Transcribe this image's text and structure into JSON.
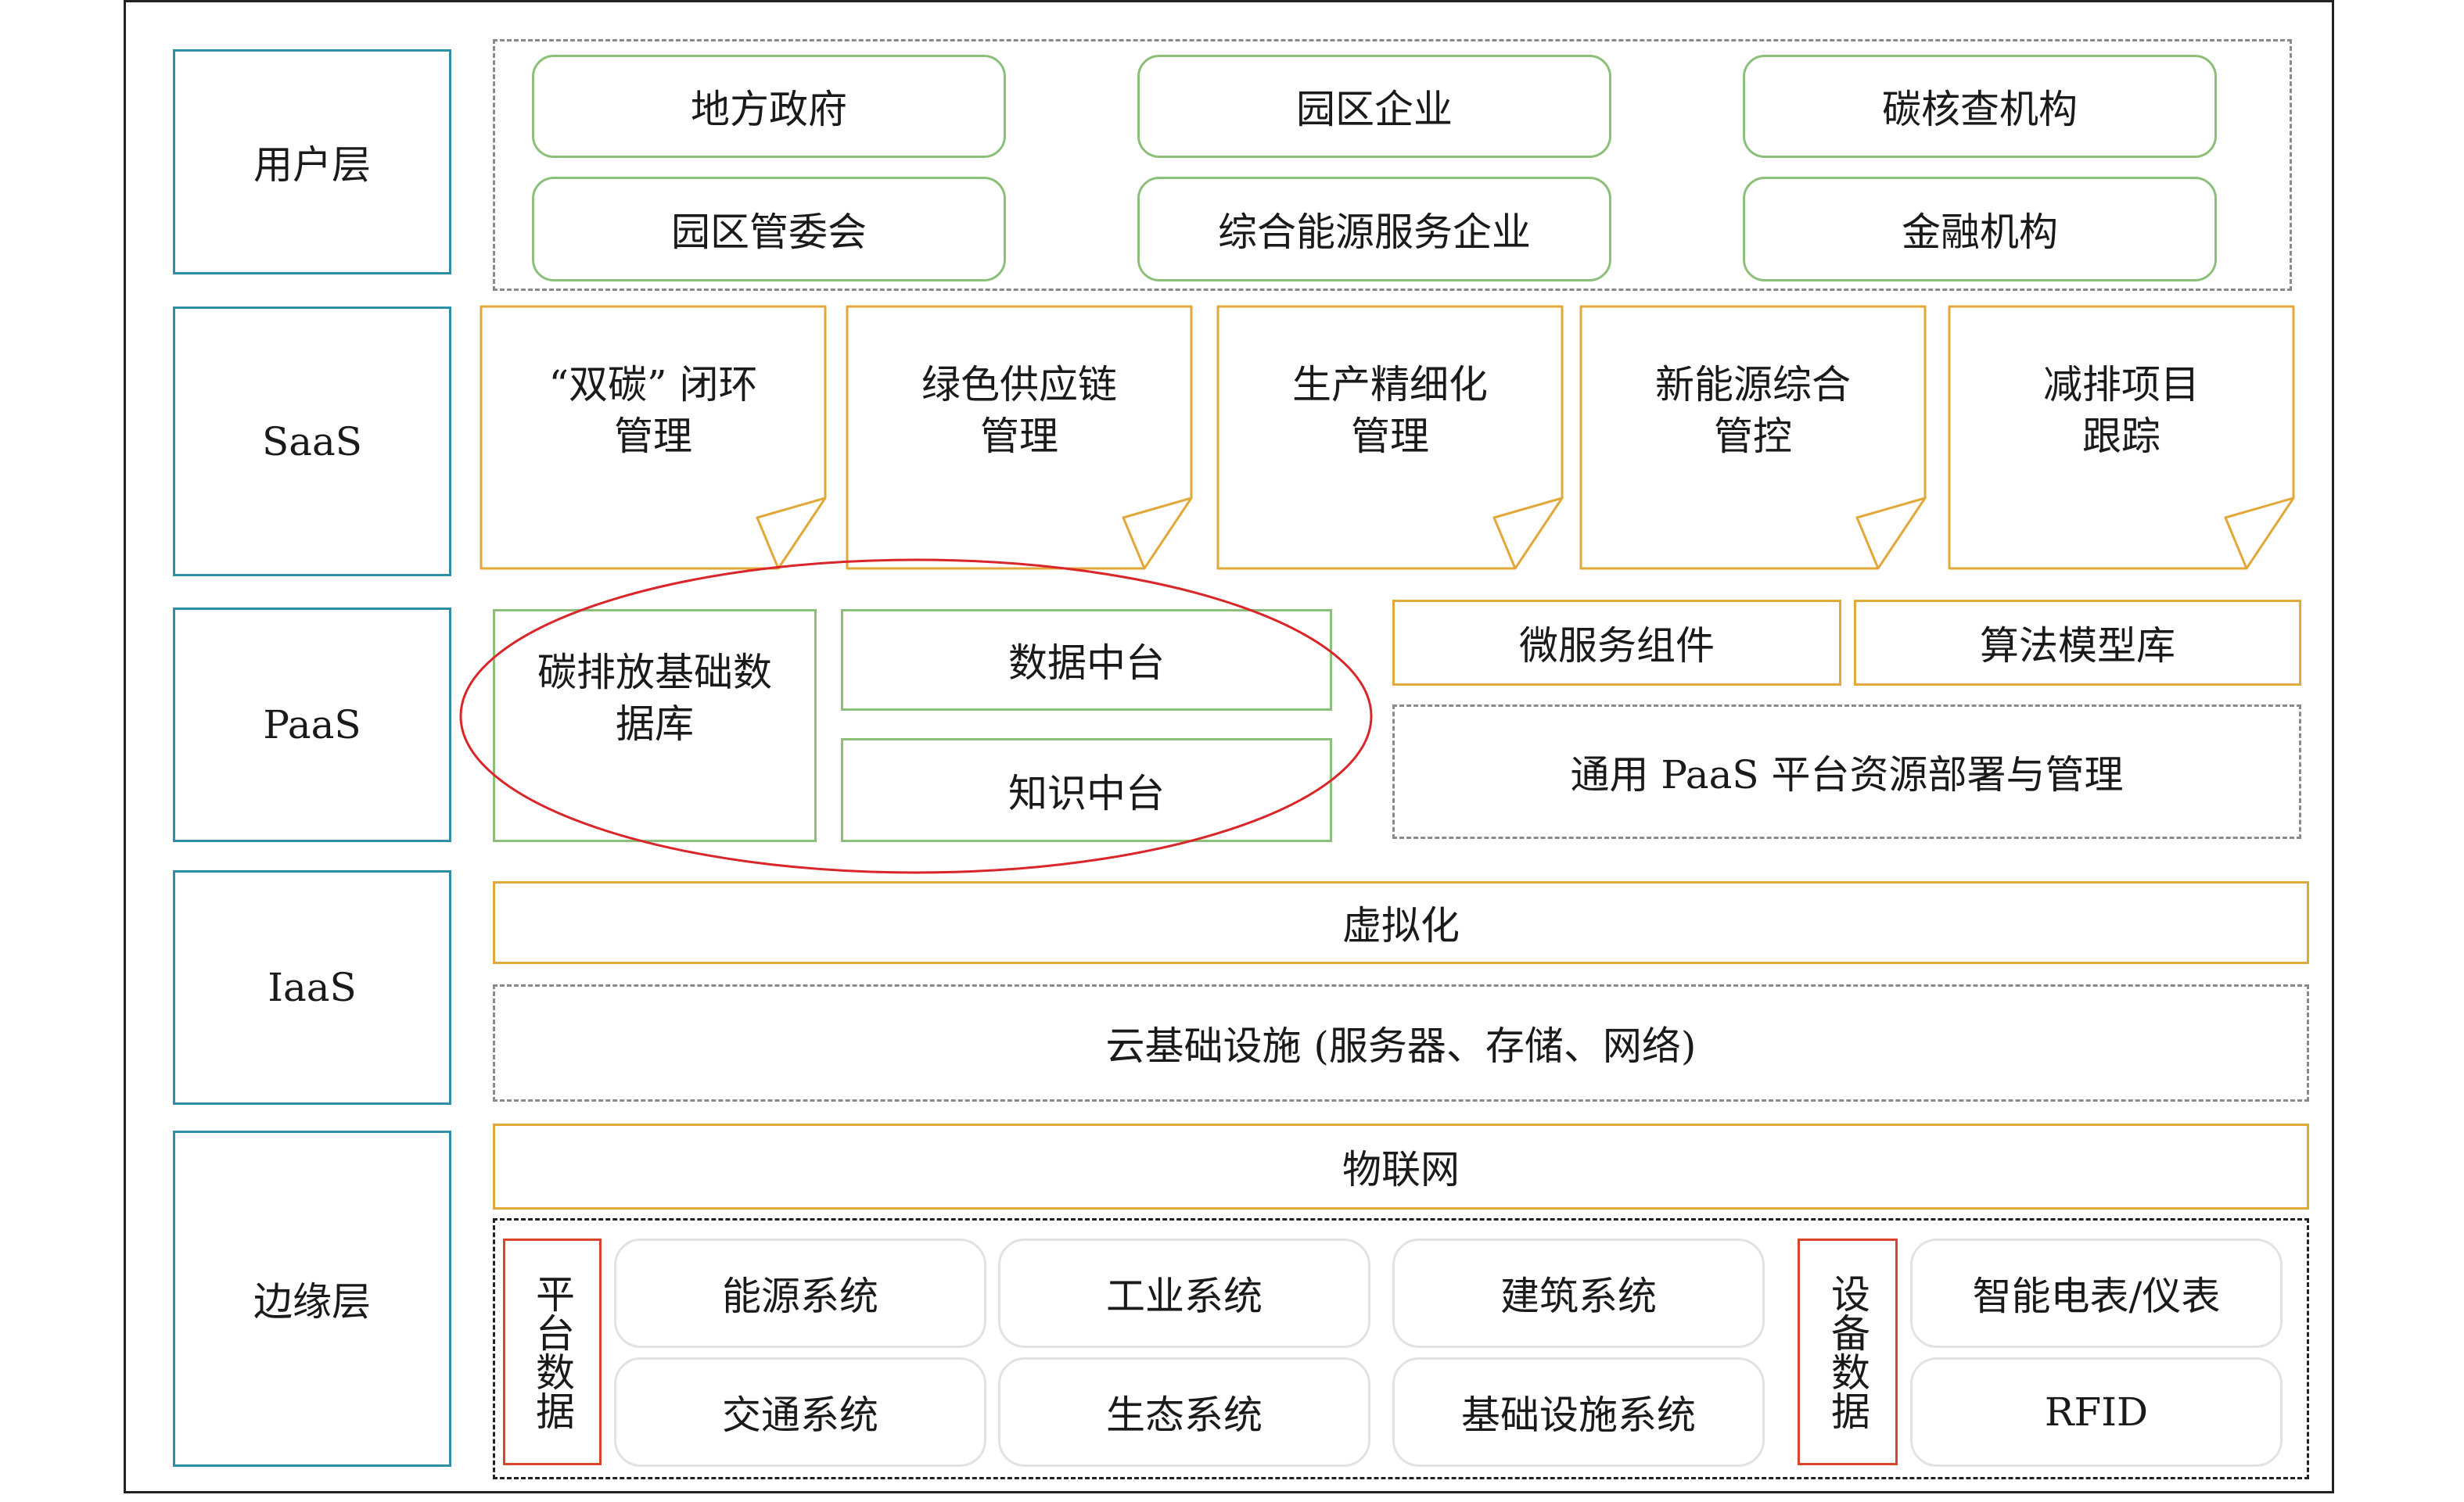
{
  "layers": {
    "user": "用户层",
    "saas": "SaaS",
    "paas": "PaaS",
    "iaas": "IaaS",
    "edge": "边缘层"
  },
  "users": {
    "local_gov": "地方政府",
    "park_enterprise": "园区企业",
    "carbon_verifier": "碳核查机构",
    "park_committee": "园区管委会",
    "energy_service": "综合能源服务企业",
    "finance": "金融机构"
  },
  "saas": {
    "double_carbon": "“双碳” 闭环\n管理",
    "green_supply": "绿色供应链\n管理",
    "production": "生产精细化\n管理",
    "new_energy": "新能源综合\n管控",
    "emission_project": "减排项目\n跟踪"
  },
  "paas": {
    "carbon_db": "碳排放基础数\n据库",
    "data_center": "数据中台",
    "knowledge_center": "知识中台",
    "microservice": "微服务组件",
    "algorithm": "算法模型库",
    "general_paas": "通用 PaaS 平台资源部署与管理"
  },
  "iaas": {
    "virtualization": "虚拟化",
    "cloud_infra": "云基础设施 (服务器、存储、网络)"
  },
  "edge": {
    "iot": "物联网",
    "platform_data": "平台数据",
    "device_data": "设备数据",
    "systems": [
      "能源系统",
      "工业系统",
      "建筑系统",
      "交通系统",
      "生态系统",
      "基础设施系统"
    ],
    "devices": [
      "智能电表/仪表",
      "RFID"
    ]
  },
  "colors": {
    "layer_border": "#2f8fa8",
    "green_border": "#8cc07a",
    "orange_border": "#e2a83a",
    "red_border": "#d9442a",
    "ellipse": "#d9262a"
  }
}
